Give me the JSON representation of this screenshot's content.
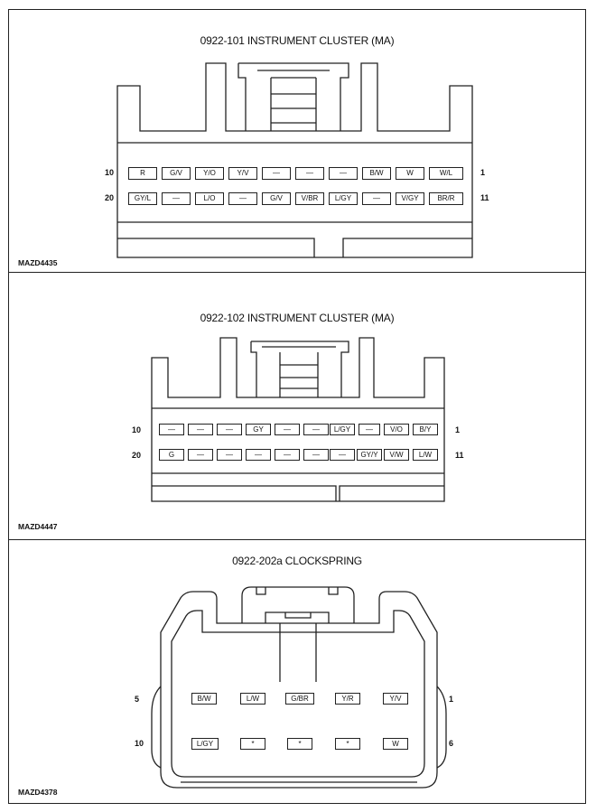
{
  "sheet": {
    "connectors": [
      {
        "title": "0922-101 INSTRUMENT CLUSTER (MA)",
        "code": "MAZD4435",
        "row1": {
          "left_label": "10",
          "right_label": "1",
          "pins": [
            "R",
            "G/V",
            "Y/O",
            "Y/V",
            "—",
            "—",
            "—",
            "B/W",
            "W",
            "W/L"
          ]
        },
        "row2": {
          "left_label": "20",
          "right_label": "11",
          "pins": [
            "GY/L",
            "—",
            "L/O",
            "—",
            "G/V",
            "V/BR",
            "L/GY",
            "—",
            "V/GY",
            "BR/R"
          ]
        }
      },
      {
        "title": "0922-102 INSTRUMENT CLUSTER (MA)",
        "code": "MAZD4447",
        "row1": {
          "left_label": "10",
          "right_label": "1",
          "pins": [
            "—",
            "—",
            "—",
            "GY",
            "—",
            "—",
            "L/GY",
            "—",
            "V/O",
            "B/Y"
          ]
        },
        "row2": {
          "left_label": "20",
          "right_label": "11",
          "pins": [
            "G",
            "—",
            "—",
            "—",
            "—",
            "—",
            "—",
            "GY/Y",
            "V/W",
            "L/W"
          ]
        }
      },
      {
        "title": "0922-202a CLOCKSPRING",
        "code": "MAZD4378",
        "row1": {
          "left_label": "5",
          "right_label": "1",
          "pins": [
            "B/W",
            "L/W",
            "G/BR",
            "Y/R",
            "Y/V"
          ]
        },
        "row2": {
          "left_label": "10",
          "right_label": "6",
          "pins": [
            "L/GY",
            "*",
            "*",
            "*",
            "W"
          ]
        }
      }
    ]
  }
}
